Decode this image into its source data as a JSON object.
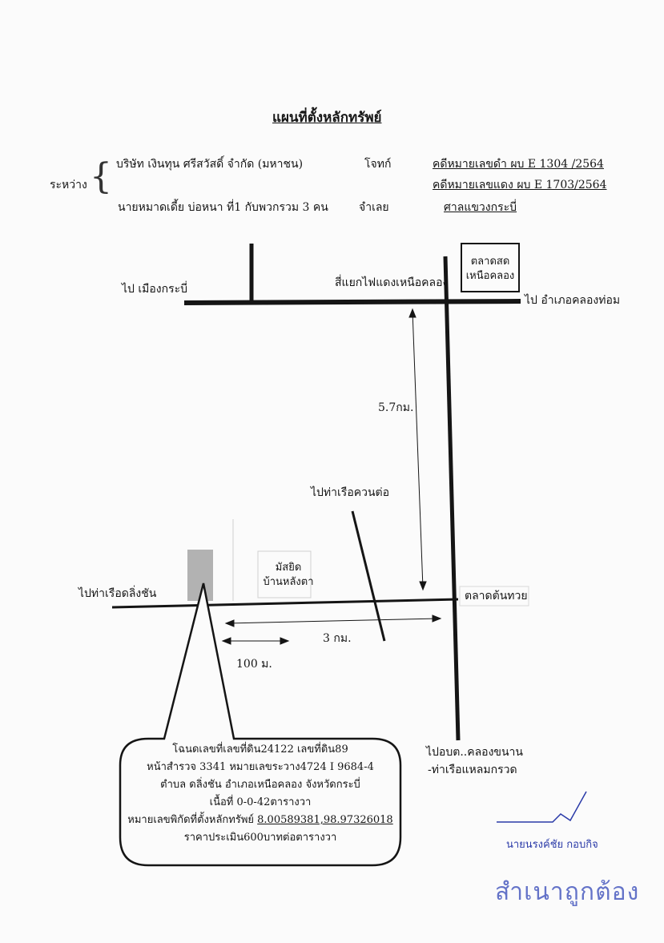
{
  "title": "แผนที่ตั้งหลักทรัพย์",
  "parties": {
    "between_label": "ระหว่าง",
    "plaintiff_name": "บริษัท เงินทุน ศรีสวัสดิ์ จำกัด (มหาชน)",
    "plaintiff_role": "โจทก์",
    "defendant_name": "นายหมาดเดี้ย บ่อหนา ที่1 กับพวกรวม 3 คน",
    "defendant_role": "จำเลย"
  },
  "case": {
    "black_case_no": "คดีหมายเลขดำ   ผบ E  1304 /2564",
    "red_case_no": "คดีหมายเลขแดง  ผบ E  1703/2564",
    "court": "ศาลแขวงกระบี่"
  },
  "map_labels": {
    "to_krabi_city": "ไป เมืองกระบี่",
    "junction": "สี่แยกไฟแดงเหนือคลอง",
    "market_nuea_khlong": "ตลาดสด\nเหนือคลอง",
    "to_khlong_thom": "ไป อำเภอคลองท่อม",
    "dist_main": "5.7กม.",
    "to_tha_ruea_khuan_to": "ไปท่าเรือควนต่อ",
    "mosque": "มัสยิด\nบ้านหลังตา",
    "to_tha_ruea_dling_chan": "ไปท่าเรือดลิ่งชัน",
    "market_ton_thuai": "ตลาดต้นทวย",
    "dist_3km": "3 กม.",
    "dist_100m": "100 ม.",
    "to_khlong_khanan_line1": "ไปอบต..คลองขนาน",
    "to_khlong_khanan_line2": "-ท่าเรือแหลมกรวด"
  },
  "property_note": {
    "line1": "โฉนดเลขที่เลขที่ดิน24122  เลขที่ดิน89",
    "line2": "หน้าสำรวจ 3341 หมายเลขระวาง4724 I 9684-4",
    "line3": "ตำบล ดลิ่งชัน  อำเภอเหนือคลอง จังหวัดกระบี่",
    "line4": "เนื้อที่  0-0-42ตารางวา",
    "coords_label": "หมายเลขพิกัดที่ตั้งหลักทรัพย์ ",
    "coords_value": "8.00589381,98.97326018",
    "line6": "ราคาประเมิน600บาทต่อตารางวา"
  },
  "signature": {
    "name": "นายนรงค์ชัย  กอบกิจ",
    "certified_stamp": "สำเนาถูกต้อง"
  },
  "colors": {
    "ink": "#151515",
    "blue_ink": "#2a3aa8",
    "stamp_blue": "#4a5cc0",
    "parcel_gray": "#9a9a9a"
  }
}
